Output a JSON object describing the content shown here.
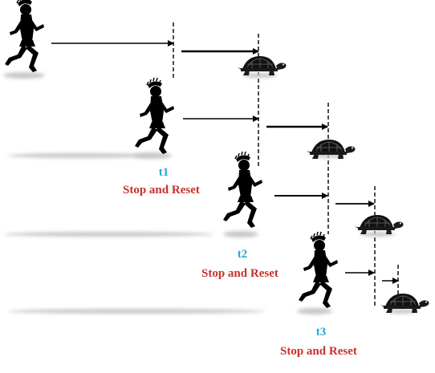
{
  "stages": [
    {
      "time_label": "t1",
      "action_label": "Stop and Reset"
    },
    {
      "time_label": "t2",
      "action_label": "Stop and Reset"
    },
    {
      "time_label": "t3",
      "action_label": "Stop and Reset"
    }
  ],
  "colors": {
    "time_label": "#29a8d6",
    "action_label": "#c8302a",
    "figure": "#000000",
    "shadow": "#c8c8c8"
  },
  "icons": [
    "runner-icon",
    "tortoise-icon",
    "arrow-icon",
    "dashed-line"
  ]
}
